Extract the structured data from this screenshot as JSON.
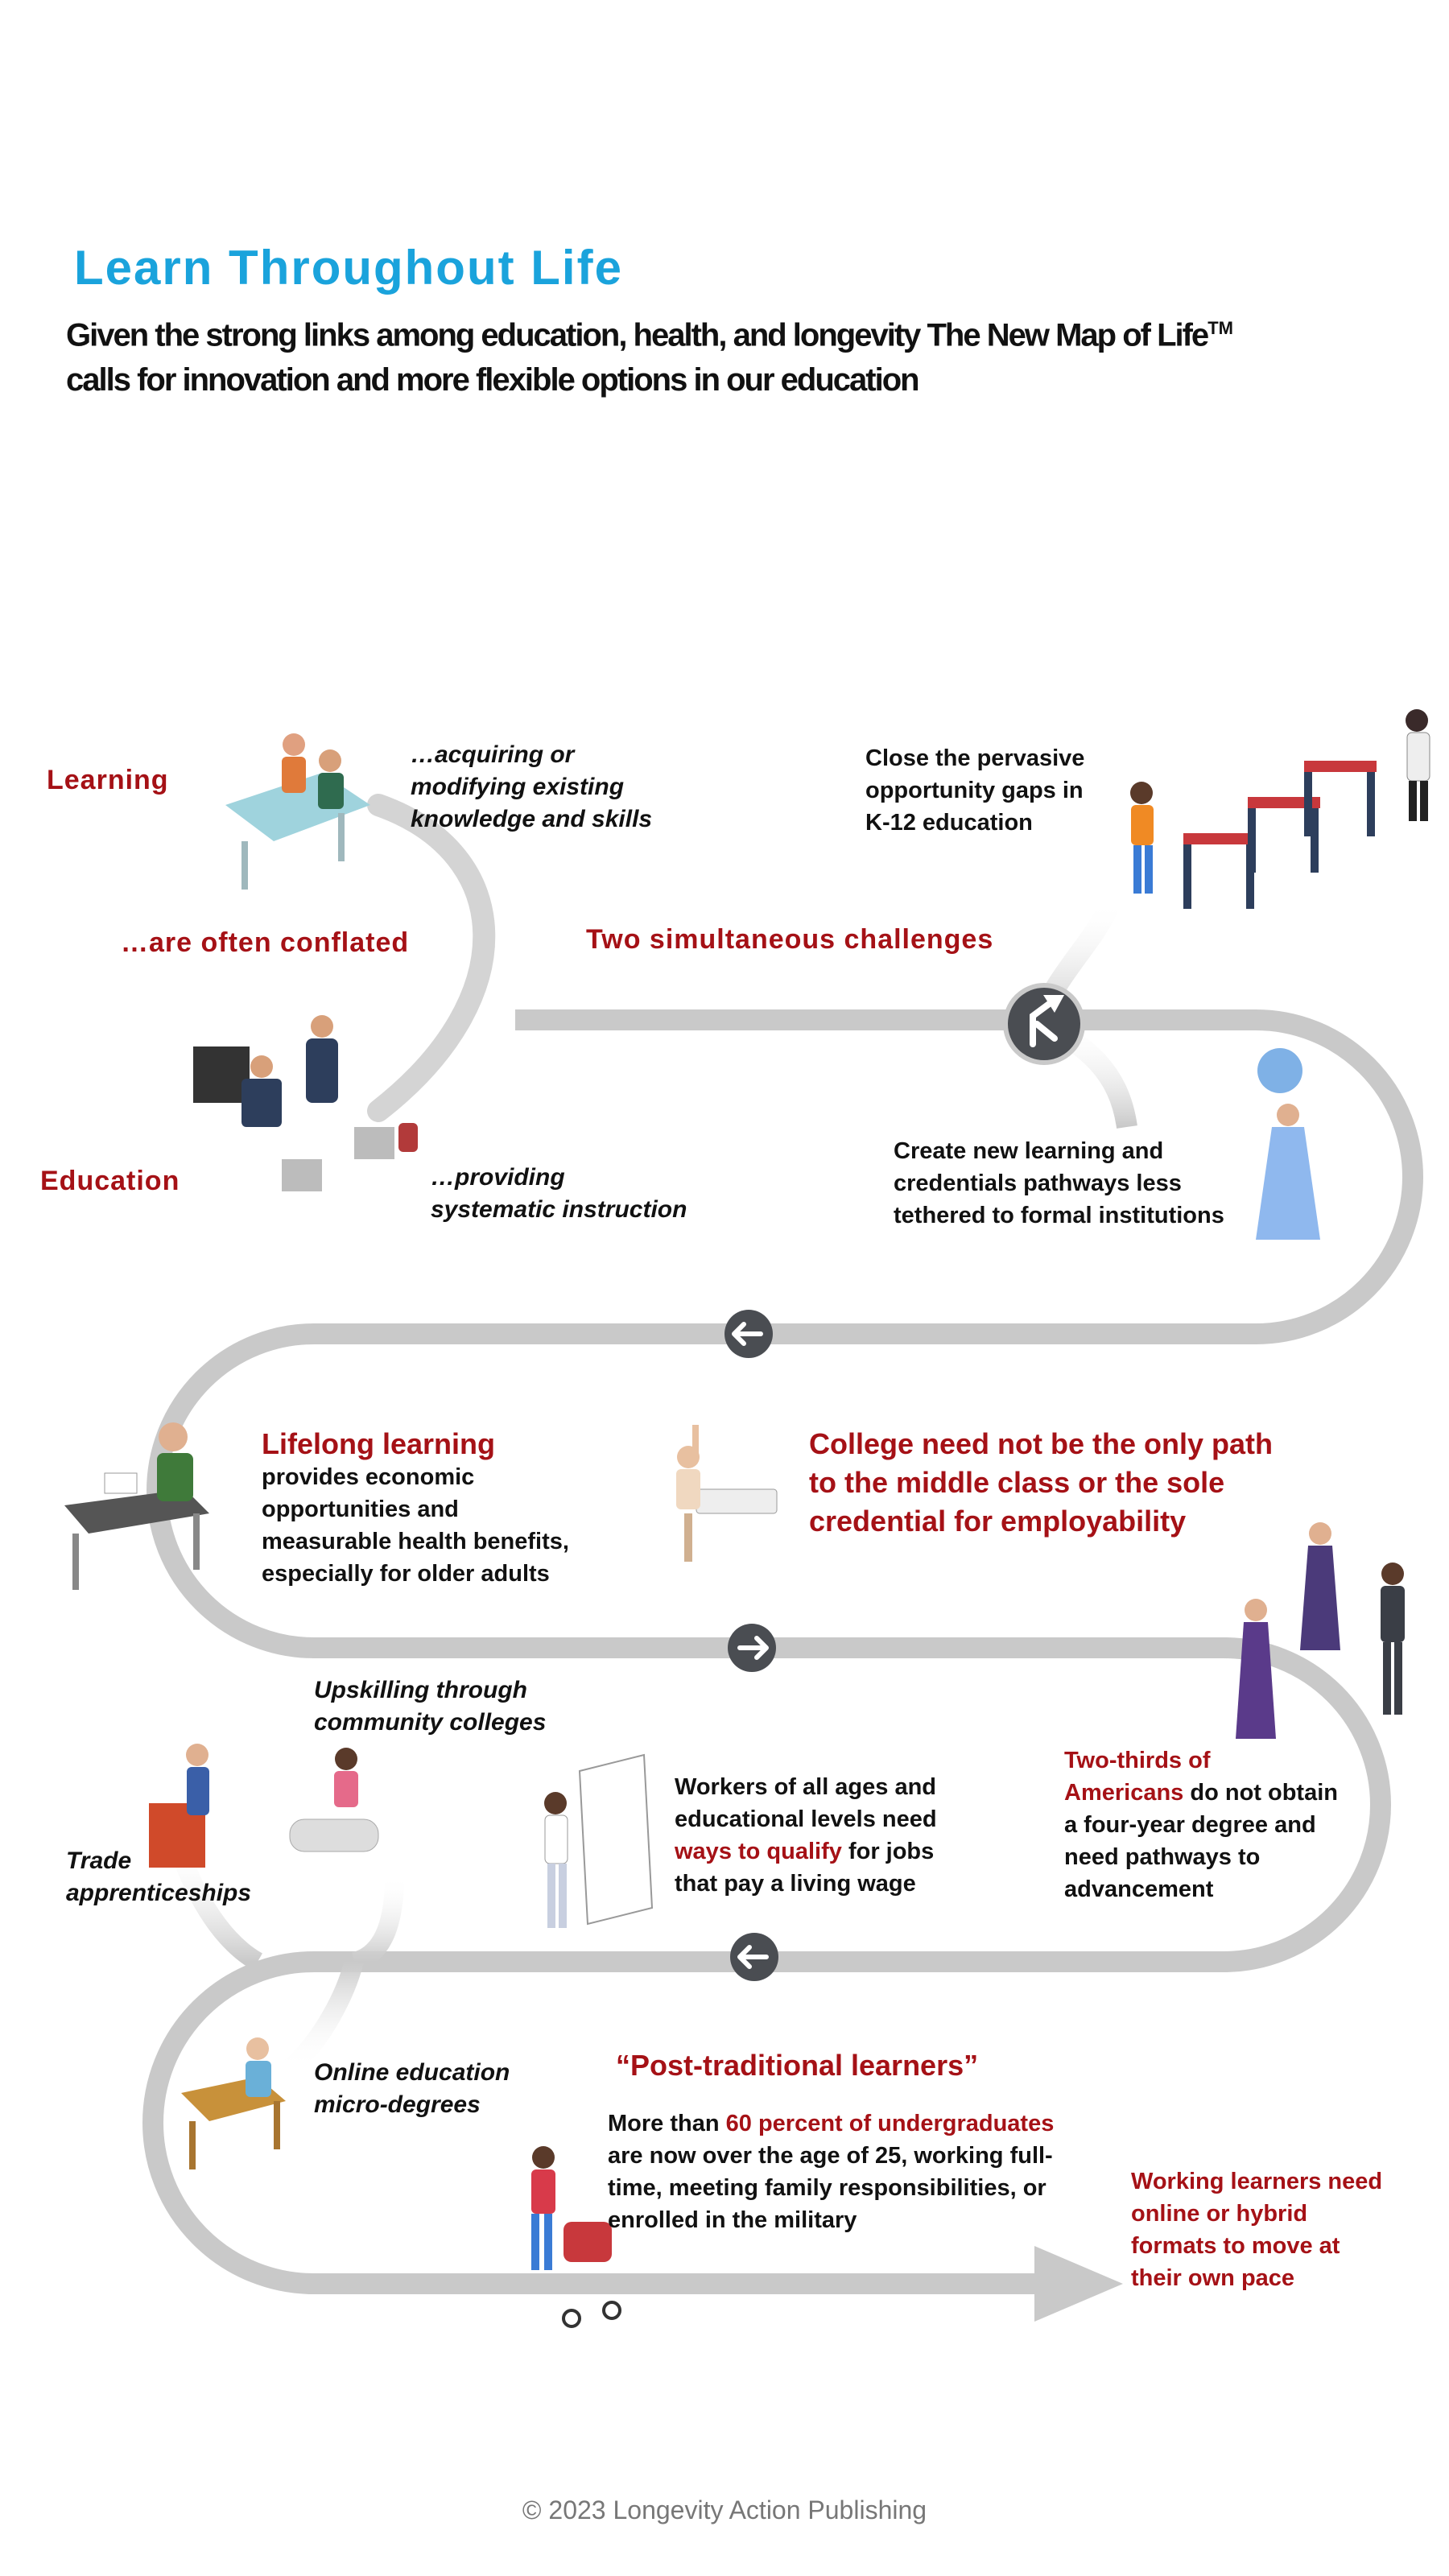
{
  "header": {
    "title": "Learn Throughout Life",
    "subtitle_main": "Given the strong links among education, health, and longevity The New Map  of Life",
    "subtitle_tm": "TM",
    "subtitle_line2": "calls for innovation and more flexible options in our education"
  },
  "section1": {
    "learning": "Learning",
    "education": "Education",
    "conflated": "…are often conflated",
    "acquiring": [
      "…acquiring or",
      "modifying existing",
      "knowledge and skills"
    ],
    "providing": [
      "…providing",
      "systematic instruction"
    ]
  },
  "section2": {
    "heading": "Two simultaneous challenges",
    "gaps": [
      "Close the pervasive",
      "opportunity gaps in",
      "K-12 education"
    ],
    "pathways": [
      "Create new learning and",
      "credentials pathways less",
      "tethered to formal institutions"
    ]
  },
  "section3": {
    "lifelong_heading": "Lifelong learning",
    "lifelong_body": [
      "provides economic",
      "opportunities and",
      "measurable health benefits,",
      "especially for older adults"
    ],
    "college_heading": [
      "College need not be the only path",
      "to the middle class or the sole",
      "credential for employability"
    ]
  },
  "section4": {
    "upskilling": [
      "Upskilling through",
      "community colleges"
    ],
    "trade": [
      "Trade",
      "apprenticeships"
    ],
    "workers_1": "Workers of all ages and",
    "workers_2": "educational levels need",
    "workers_red": "ways to qualify",
    "workers_3": " for jobs",
    "workers_4": "that pay a living wage",
    "twothirds_red_1": "Two-thirds of",
    "twothirds_red_2": "Americans",
    "twothirds_1": " do not obtain",
    "twothirds_2": "a four-year degree and",
    "twothirds_3": "need pathways to",
    "twothirds_4": "advancement"
  },
  "section5": {
    "online": [
      "Online education",
      "micro-degrees"
    ],
    "post_heading": "“Post-traditional learners”",
    "more_than": "More than ",
    "sixty_red": "60 percent of undergraduates",
    "post_body": [
      "are now over the age of 25, working full-",
      "time, meeting family responsibilities, or",
      "enrolled in the military"
    ],
    "working": [
      "Working learners need",
      "online or hybrid",
      "formats to move at",
      "their own pace"
    ]
  },
  "footer": {
    "copyright": "© 2023 Longevity Action Publishing"
  },
  "colors": {
    "title_blue": "#1aa3dc",
    "accent_red": "#a51116",
    "road_gray": "#c9c9c9",
    "marker_dark": "#4a4d52"
  },
  "icons": [
    "arrow-left-icon",
    "arrow-right-icon",
    "split-arrows-icon",
    "arrow-head-icon"
  ]
}
